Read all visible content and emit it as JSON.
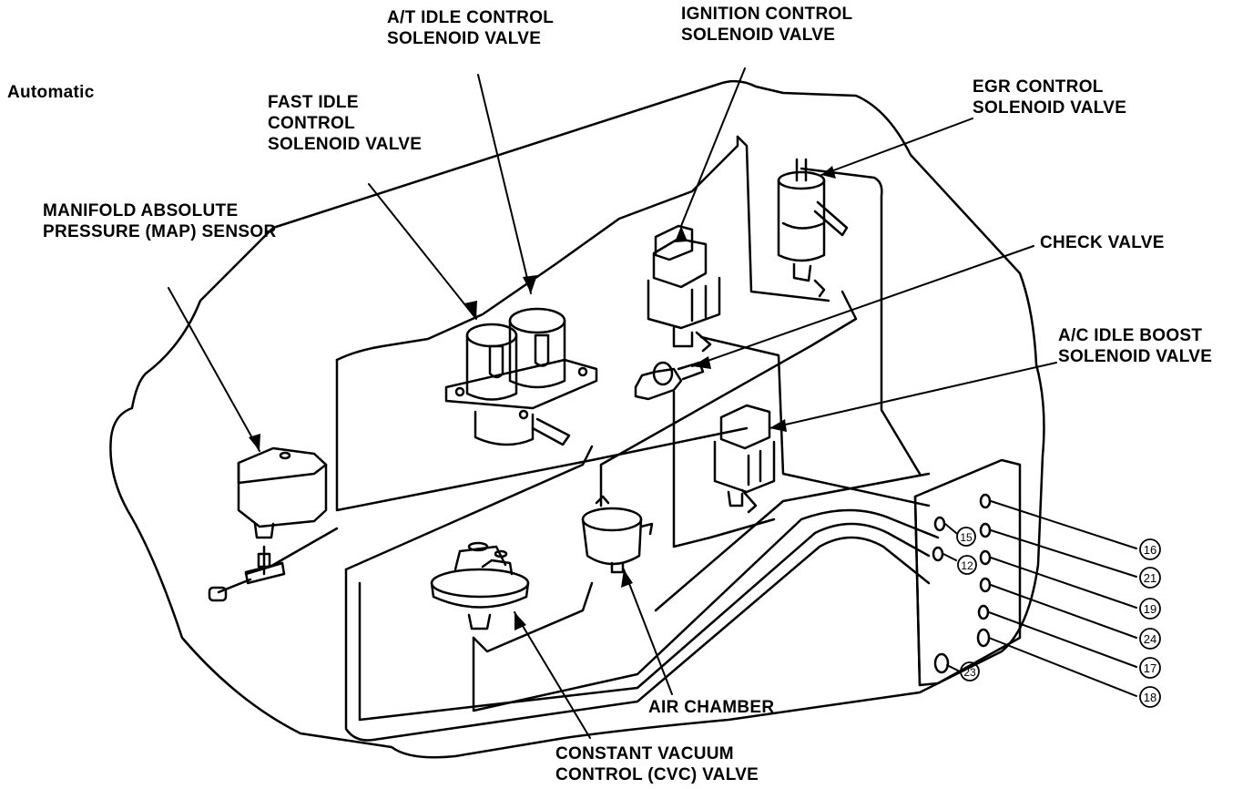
{
  "heading": "Automatic",
  "labels": {
    "at_idle": [
      "A/T IDLE CONTROL",
      "SOLENOID VALVE"
    ],
    "ignition": [
      "IGNITION CONTROL",
      "SOLENOID VALVE"
    ],
    "fast_idle": [
      "FAST IDLE",
      "CONTROL",
      "SOLENOID VALVE"
    ],
    "egr": [
      "EGR CONTROL",
      "SOLENOID VALVE"
    ],
    "map": [
      "MANIFOLD ABSOLUTE",
      "PRESSURE (MAP) SENSOR"
    ],
    "check": [
      "CHECK VALVE"
    ],
    "ac_idle": [
      "A/C IDLE BOOST",
      "SOLENOID VALVE"
    ],
    "air_chamber": [
      "AIR CHAMBER"
    ],
    "cvc": [
      "CONSTANT VACUUM",
      "CONTROL (CVC) VALVE"
    ]
  },
  "port_numbers_right": [
    "16",
    "21",
    "19",
    "24",
    "17",
    "18"
  ],
  "port_numbers_inner": [
    "15",
    "12",
    "23"
  ],
  "colors": {
    "ink": "#000000",
    "paper": "#ffffff"
  }
}
